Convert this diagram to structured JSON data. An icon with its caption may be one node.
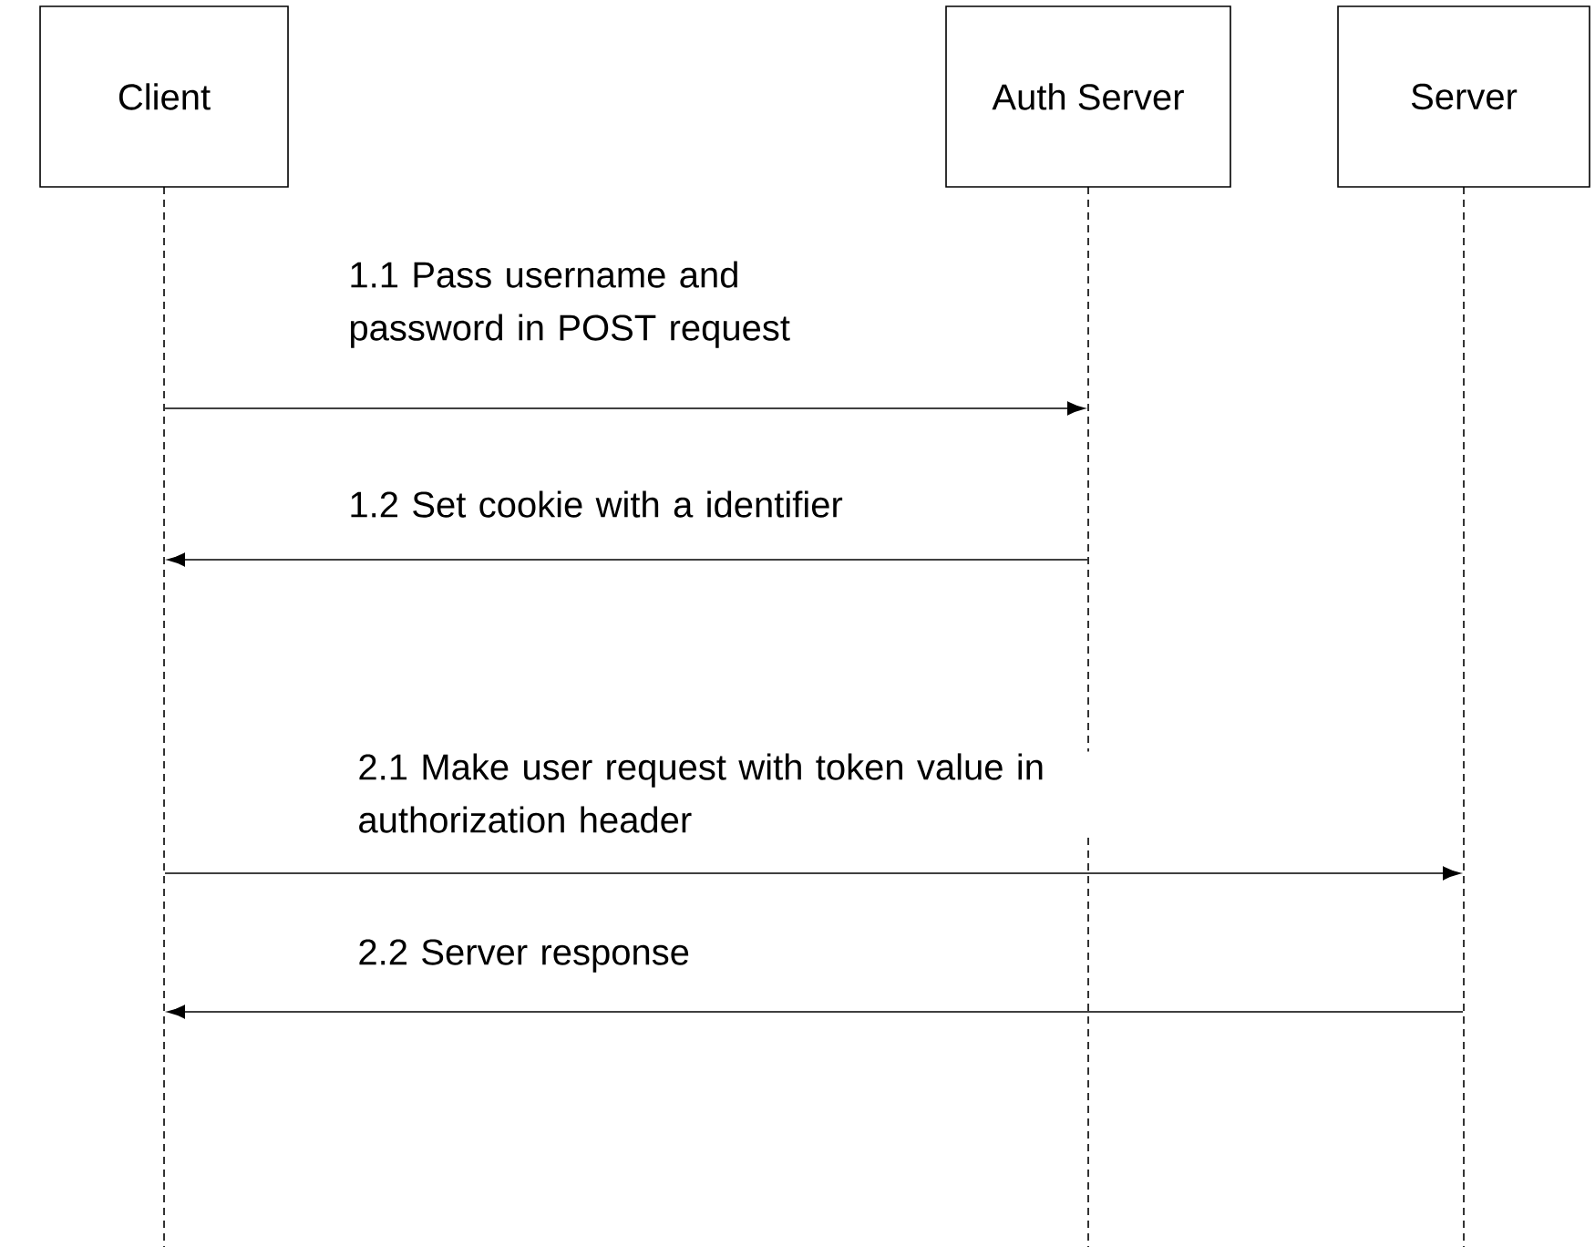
{
  "diagram": {
    "nodes": [
      {
        "text": [
          "Client"
        ]
      },
      {
        "text": [
          "Auth Server"
        ]
      },
      {
        "text": [
          "Server"
        ]
      },
      {
        "text": [],
        "shape": "line"
      },
      {
        "text": [],
        "shape": "line"
      },
      {
        "text": [],
        "shape": "line"
      }
    ],
    "edges": [
      {
        "from": 3,
        "to": 4,
        "arrow": "to",
        "label": "1.1 Pass username and password in POST request"
      },
      {
        "from": 4,
        "to": 3,
        "arrow": "to",
        "label": "1.2 Set cookie with a identifier"
      },
      {
        "from": 3,
        "to": 5,
        "arrow": "to",
        "label": "2.1  Make user request with token value in authorization header"
      },
      {
        "from": 5,
        "to": 3,
        "arrow": "to",
        "label": "2.2 Server response"
      }
    ]
  }
}
